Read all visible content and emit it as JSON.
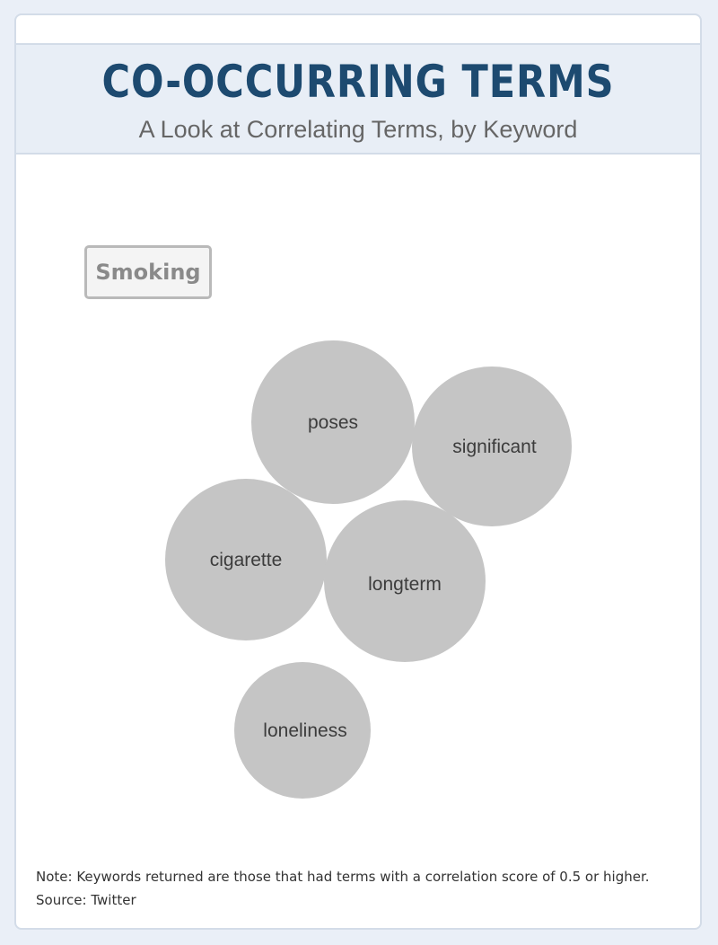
{
  "header": {
    "title": "CO-OCCURRING TERMS",
    "subtitle": "A Look at Correlating Terms, by Keyword"
  },
  "keyword": {
    "label": "Smoking"
  },
  "terms": [
    {
      "label": "poses"
    },
    {
      "label": "significant"
    },
    {
      "label": "cigarette"
    },
    {
      "label": "longterm"
    },
    {
      "label": "loneliness"
    }
  ],
  "footer": {
    "note": "Note: Keywords returned are those that had terms with a correlation score of 0.5 or higher.",
    "source": "Source: Twitter"
  },
  "colors": {
    "title": "#1d4a70",
    "bubble": "#c5c5c5",
    "header_band": "#e8eef6",
    "page_background": "#eaeff7"
  }
}
